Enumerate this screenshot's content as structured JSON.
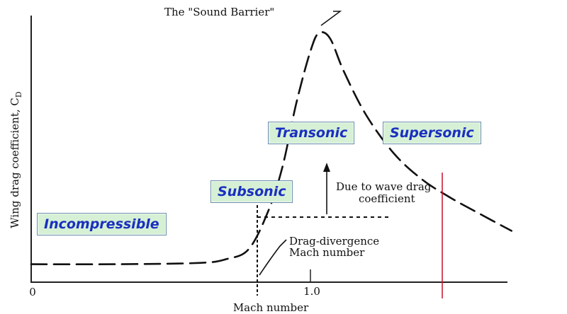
{
  "chart_data": {
    "type": "line",
    "xlabel": "Mach number",
    "ylabel": "Wing drag coefficient, C",
    "ylabel_subscript": "D",
    "x_ticks": [
      {
        "value": 0,
        "label": "0"
      },
      {
        "value": 1.0,
        "label": "1.0"
      }
    ],
    "xlim": [
      0,
      1.65
    ],
    "series": [
      {
        "style": "dashed",
        "points": [
          [
            0.0,
            0.07
          ],
          [
            0.3,
            0.07
          ],
          [
            0.6,
            0.075
          ],
          [
            0.7,
            0.09
          ],
          [
            0.78,
            0.13
          ],
          [
            0.85,
            0.28
          ],
          [
            0.9,
            0.45
          ],
          [
            0.95,
            0.7
          ],
          [
            1.0,
            0.9
          ],
          [
            1.03,
            0.97
          ],
          [
            1.07,
            0.95
          ],
          [
            1.12,
            0.82
          ],
          [
            1.2,
            0.65
          ],
          [
            1.3,
            0.5
          ],
          [
            1.4,
            0.4
          ],
          [
            1.5,
            0.33
          ],
          [
            1.6,
            0.27
          ],
          [
            1.72,
            0.2
          ]
        ]
      }
    ],
    "annotations": {
      "sound_barrier": "The \"Sound Barrier\"",
      "wave_drag_line1": "Due to wave drag",
      "wave_drag_line2": "coefficient",
      "divergence_line1": "Drag-divergence",
      "divergence_line2": "Mach number"
    },
    "regime_labels": {
      "incompressible": "Incompressible",
      "subsonic": "Subsonic",
      "transonic": "Transonic",
      "supersonic": "Supersonic"
    },
    "colors": {
      "label_fill": "#d6f0d6",
      "label_text": "#1a2fc0",
      "label_border": "#6c8fae",
      "marker_line": "#c8102e"
    }
  }
}
